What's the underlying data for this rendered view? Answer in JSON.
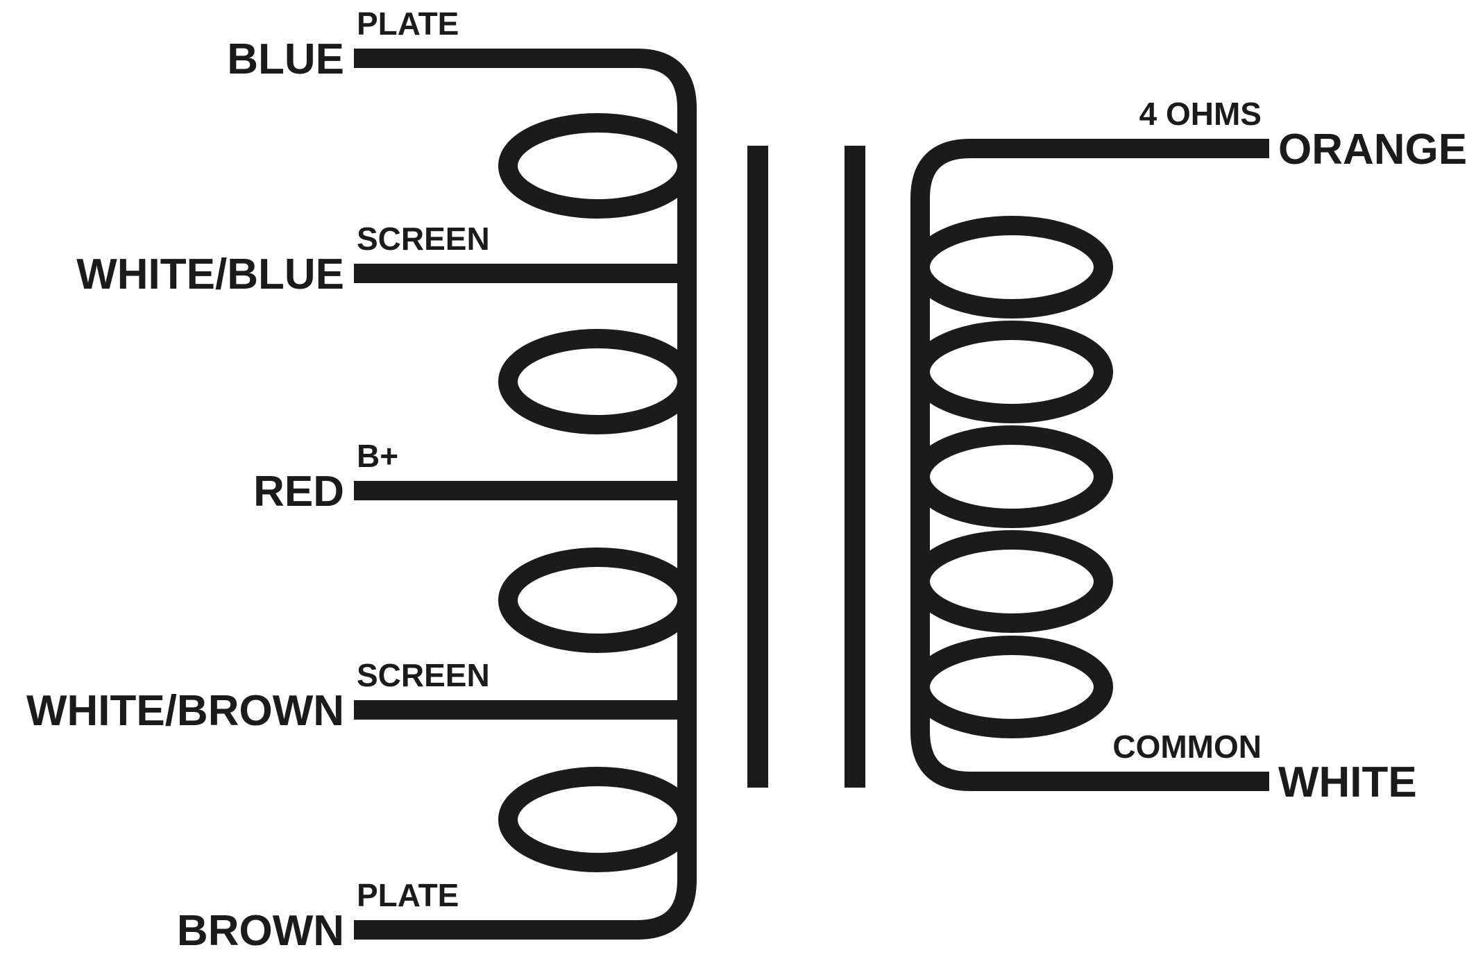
{
  "diagram": {
    "type": "transformer-wiring",
    "background": "#ffffff",
    "line_color": "#1b1b1b",
    "primary": {
      "leads": [
        {
          "wire": "BLUE",
          "terminal": "PLATE"
        },
        {
          "wire": "WHITE/BLUE",
          "terminal": "SCREEN"
        },
        {
          "wire": "RED",
          "terminal": "B+"
        },
        {
          "wire": "WHITE/BROWN",
          "terminal": "SCREEN"
        },
        {
          "wire": "BROWN",
          "terminal": "PLATE"
        }
      ]
    },
    "secondary": {
      "leads": [
        {
          "wire": "ORANGE",
          "terminal": "4 OHMS"
        },
        {
          "wire": "WHITE",
          "terminal": "COMMON"
        }
      ]
    }
  }
}
